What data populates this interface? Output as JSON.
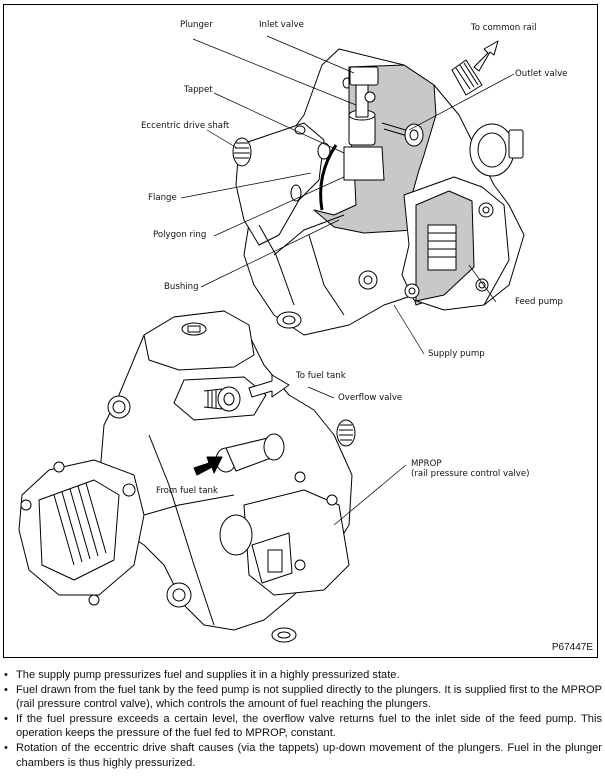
{
  "figure": {
    "id": "P67447E",
    "upper_view_labels": {
      "to_common_rail": "To common rail",
      "plunger": "Plunger",
      "inlet_valve": "Inlet valve",
      "outlet_valve": "Outlet valve",
      "tappet": "Tappet",
      "eccentric_drive_shaft": "Eccentric drive shaft",
      "flange": "Flange",
      "polygon_ring": "Polygon ring",
      "bushing": "Bushing",
      "feed_pump": "Feed pump",
      "supply_pump": "Supply pump"
    },
    "lower_view_labels": {
      "to_fuel_tank": "To fuel tank",
      "overflow_valve": "Overflow valve",
      "from_fuel_tank": "From fuel tank",
      "mprop": "MPROP",
      "mprop_desc": "(rail pressure control valve)"
    },
    "colors": {
      "line": "#000000",
      "cutaway_fill": "#c8c8c8",
      "body_fill": "#ffffff"
    }
  },
  "notes": {
    "bullet": "•",
    "items": [
      "The supply pump pressurizes fuel and supplies it in a highly pressurized state.",
      "Fuel drawn from the fuel tank by the feed pump is not supplied directly to the plungers. It is supplied first to the MPROP (rail pressure control valve), which controls the amount of fuel reaching the plungers.",
      "If the fuel pressure exceeds a certain level, the overflow valve returns fuel to the inlet side of the feed pump. This operation keeps the pressure of the fuel fed to MPROP, constant.",
      "Rotation of the eccentric drive shaft causes (via the tappets) up-down movement of the plungers. Fuel in the plunger chambers is thus highly pressurized."
    ]
  }
}
